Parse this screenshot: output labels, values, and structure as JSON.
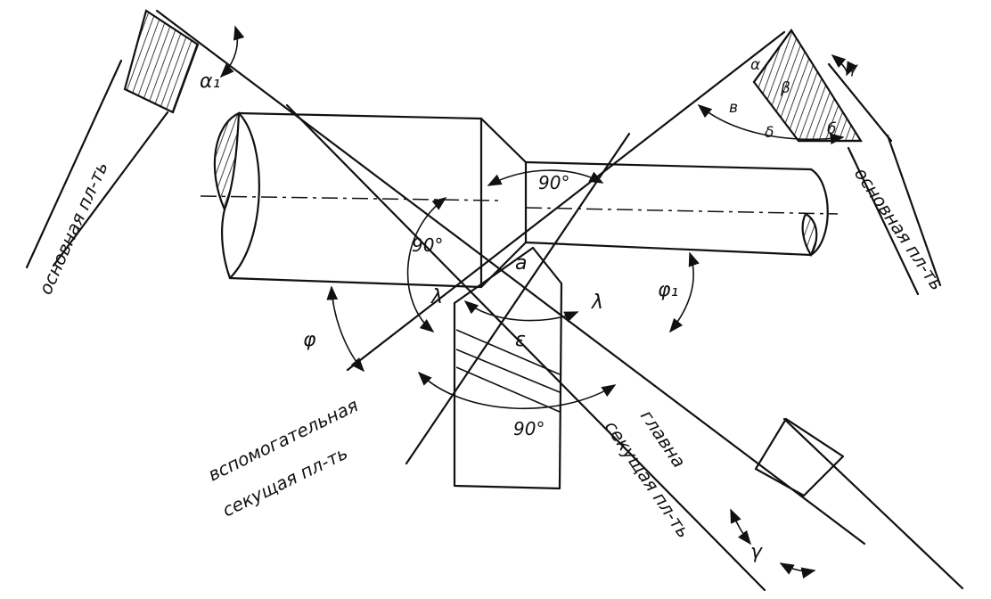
{
  "labels": {
    "point_a": "a",
    "angle_90_top": "90°",
    "angle_90_left": "90°",
    "angle_90_bottom": "90°",
    "phi": "φ",
    "phi1": "φ₁",
    "epsilon": "ε",
    "lambda_left": "λ",
    "lambda_right": "λ",
    "gamma_bottom": "γ",
    "alpha_top_left": "α₁",
    "alpha_section": "α",
    "beta_section": "β",
    "delta_section": "δ",
    "v_section": "в",
    "b_section": "б",
    "gamma_section": "γ"
  },
  "planes": {
    "basic_left": "основная пл-ть",
    "basic_right": "основная пл-ть",
    "aux_line1": "вспомогательная",
    "aux_line2": "секущая пл-ть",
    "main_line1": "главна",
    "main_line2": "секущая пл-ть"
  }
}
